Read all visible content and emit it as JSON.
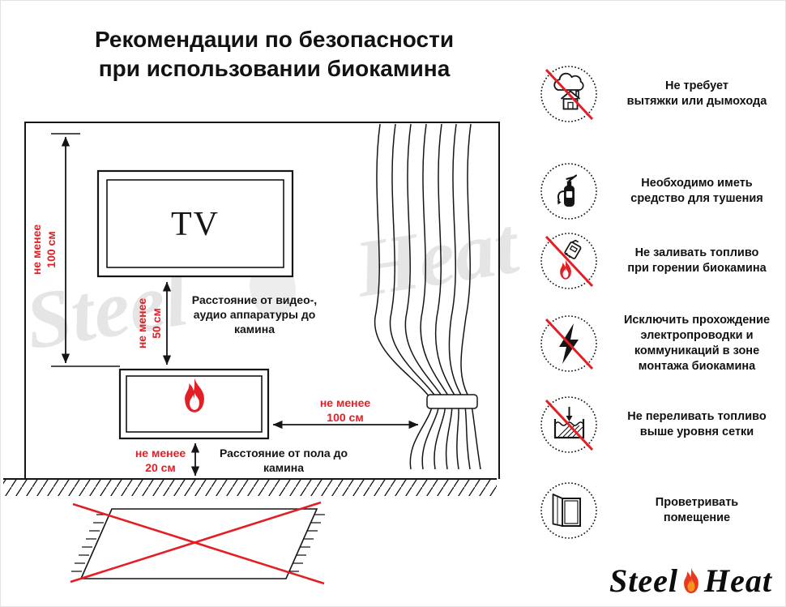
{
  "title": {
    "line1": "Рекомендации по безопасности",
    "line2": "при использовании биокамина"
  },
  "diagram": {
    "tv_label": "TV",
    "dims": {
      "wall": {
        "l1": "не менее",
        "l2": "100 см"
      },
      "tv": {
        "l1": "не менее",
        "l2": "50 см"
      },
      "curtain": {
        "l1": "не менее",
        "l2": "100 см"
      },
      "floor": {
        "l1": "не менее",
        "l2": "20 см"
      }
    },
    "captions": {
      "tv": [
        "Расстояние от видео-,",
        "аудио аппаратуры до",
        "камина"
      ],
      "floor": [
        "Расстояние от пола до",
        "камина"
      ]
    },
    "watermark": {
      "left": "Steel",
      "right": "Heat"
    }
  },
  "rules": [
    {
      "icon": "no-chimney-icon",
      "prohibited": true,
      "lines": [
        "Не требует",
        "вытяжки или дымохода"
      ]
    },
    {
      "icon": "extinguisher-icon",
      "prohibited": false,
      "lines": [
        "Необходимо иметь",
        "средство для тушения"
      ]
    },
    {
      "icon": "no-refueling-icon",
      "prohibited": true,
      "lines": [
        "Не заливать топливо",
        "при горении биокамина"
      ]
    },
    {
      "icon": "no-wiring-icon",
      "prohibited": true,
      "lines": [
        "Исключить прохождение",
        "электропроводки и",
        "коммуникаций в зоне",
        "монтажа биокамина"
      ]
    },
    {
      "icon": "no-overfill-icon",
      "prohibited": true,
      "lines": [
        "Не переливать топливо",
        "выше уровня сетки"
      ]
    },
    {
      "icon": "ventilation-icon",
      "prohibited": false,
      "lines": [
        "Проветривать",
        "помещение"
      ]
    }
  ],
  "logo": {
    "part1": "Steel",
    "part2": "Heat"
  },
  "colors": {
    "accent_red": "#e31e24",
    "ink": "#151515"
  }
}
